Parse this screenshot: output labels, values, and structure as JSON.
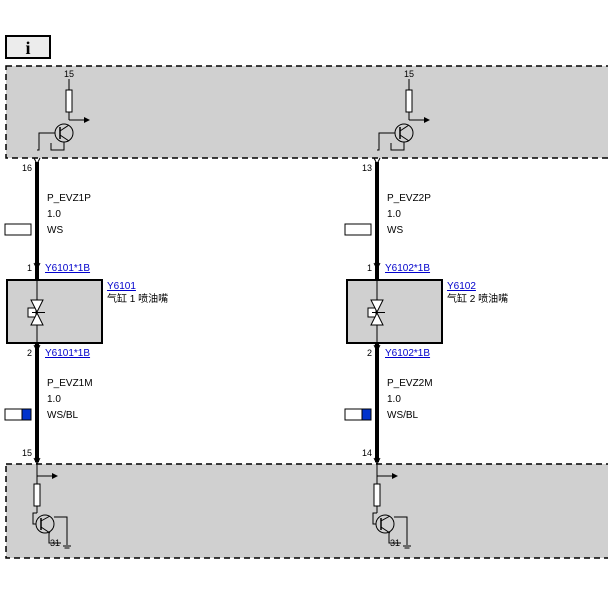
{
  "info_button": {
    "label": "i"
  },
  "colors": {
    "module_fill": "#d0d0d0",
    "wire": "#000000",
    "accent_blue": "#0000cc",
    "stripe_blue": "#0033cc"
  },
  "top_module": {
    "left_terminal": "15",
    "right_terminal": "15"
  },
  "bottom_module": {
    "left_ground": "31",
    "right_ground": "31"
  },
  "channels": [
    {
      "top_pin": "16",
      "upper_wire": {
        "signal": "P_EVZ1P",
        "size": "1.0",
        "color": "WS"
      },
      "connector_top_pin": "1",
      "connector_top_ref": "Y6101*1B",
      "component_ref": "Y6101",
      "component_name": "气缸 1 喷油嘴",
      "connector_bottom_pin": "2",
      "connector_bottom_ref": "Y6101*1B",
      "lower_wire": {
        "signal": "P_EVZ1M",
        "size": "1.0",
        "color": "WS/BL"
      },
      "bottom_pin": "15"
    },
    {
      "top_pin": "13",
      "upper_wire": {
        "signal": "P_EVZ2P",
        "size": "1.0",
        "color": "WS"
      },
      "connector_top_pin": "1",
      "connector_top_ref": "Y6102*1B",
      "component_ref": "Y6102",
      "component_name": "气缸 2 喷油嘴",
      "connector_bottom_pin": "2",
      "connector_bottom_ref": "Y6102*1B",
      "lower_wire": {
        "signal": "P_EVZ2M",
        "size": "1.0",
        "color": "WS/BL"
      },
      "bottom_pin": "14"
    }
  ]
}
